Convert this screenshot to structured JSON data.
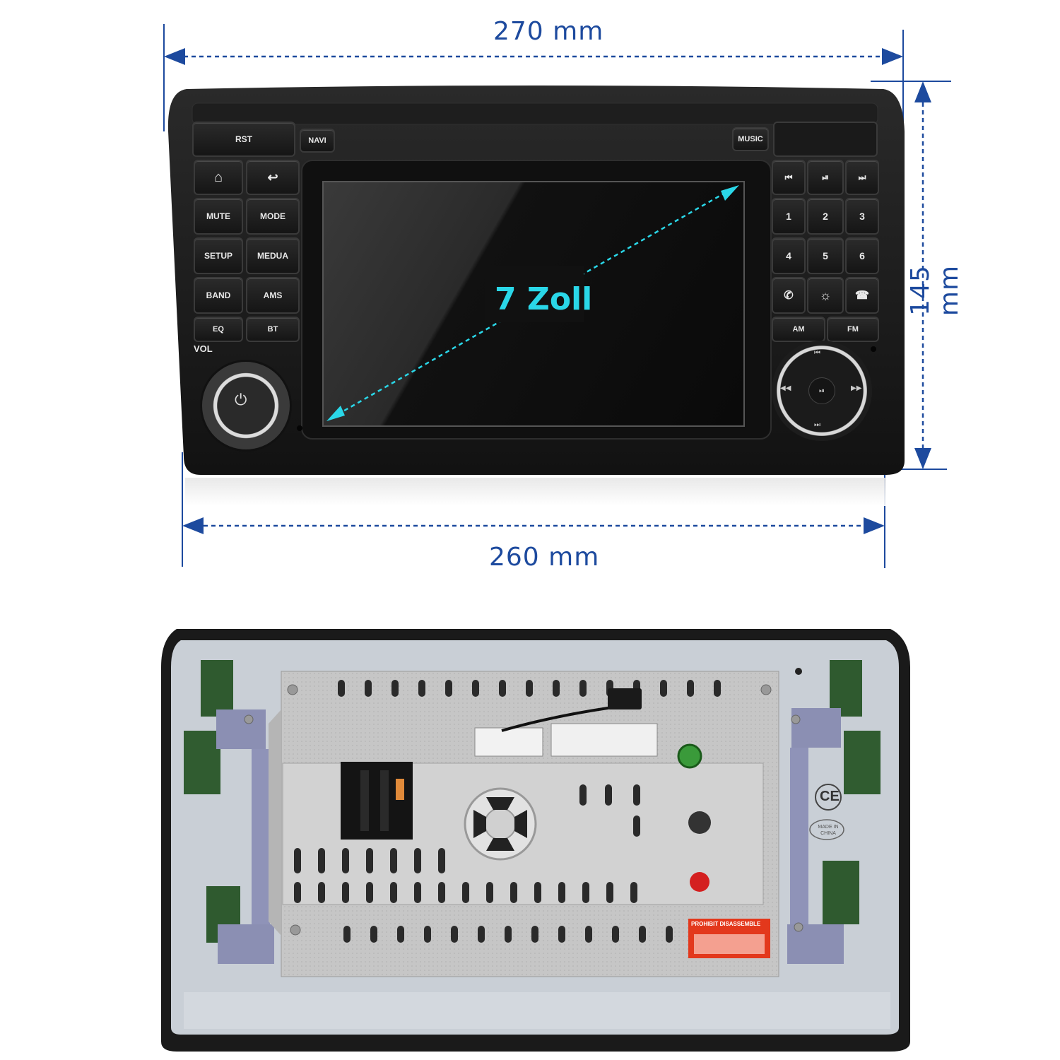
{
  "dimensions": {
    "width_top": "270 mm",
    "width_bottom": "260 mm",
    "height": "145 mm",
    "screen_diag": "7 Zoll"
  },
  "front_panel": {
    "rst": "RST",
    "navi": "NAVI",
    "music": "MUSIC",
    "left_buttons": [
      {
        "l": "home-icon",
        "r": "back-icon"
      },
      {
        "l": "MUTE",
        "r": "MODE"
      },
      {
        "l": "SETUP",
        "r": "MEDUA"
      },
      {
        "l": "BAND",
        "r": "AMS"
      },
      {
        "l": "EQ",
        "r": "BT"
      }
    ],
    "vol": "VOL",
    "right_buttons": {
      "row1": [
        "⏮",
        "⏯",
        "⏭"
      ],
      "row2": [
        "1",
        "2",
        "3"
      ],
      "row3": [
        "4",
        "5",
        "6"
      ],
      "row4": [
        "✆",
        "☼",
        "☎"
      ],
      "row5": [
        "AM",
        "FM"
      ]
    }
  },
  "back_panel": {
    "ce": "CE",
    "made_in": "MADE IN CHINA",
    "warning": "PROHIBIT DISASSEMBLE"
  },
  "colors": {
    "dimension": "#1d4a9e",
    "diagonal": "#2ad7e8",
    "panel": "#1b1b1b",
    "metal": "#c8c8c8",
    "backplate": "#c9cfd6"
  }
}
